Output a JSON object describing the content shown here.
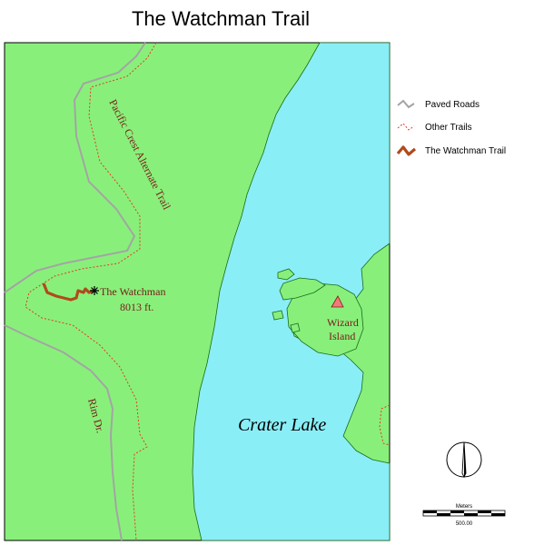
{
  "title": "The Watchman Trail",
  "legend": {
    "paved_roads": "Paved Roads",
    "other_trails": "Other Trails",
    "watchman_trail": "The Watchman Trail"
  },
  "labels": {
    "pacific_crest": "Pacific Crest Alternate Trail",
    "watchman_name": "The Watchman",
    "watchman_elev": "8013 ft.",
    "wizard_line1": "Wizard",
    "wizard_line2": "Island",
    "lake": "Crater Lake",
    "rim_drive": "Rim Dr."
  },
  "scale": {
    "unit": "Meters",
    "value": "500.00"
  },
  "colors": {
    "land": "#88f07a",
    "lake": "#8aeef6",
    "road": "#a4a4a4",
    "trail_other": "#e8382c",
    "watchman_trail": "#b04a1c",
    "wizard_peak": "#f07a7a",
    "text": "#000000",
    "label_text": "#7a1a1a"
  },
  "icons": {
    "north_arrow": "compass-north-icon",
    "summit": "summit-marker-icon"
  }
}
